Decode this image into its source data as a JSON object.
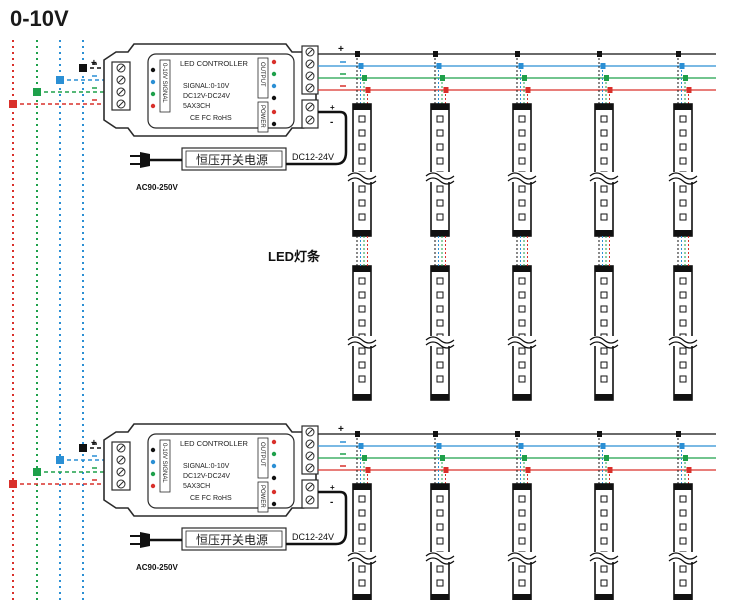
{
  "title": "0-10V",
  "controller": {
    "name": "LED CONTROLLER",
    "signal": "SIGNAL:0-10V",
    "voltage": "DC12V-DC24V",
    "channels": "5AX3CH",
    "certs": "CE FC RoHS",
    "input_label": "0-10V SIGNAL",
    "output_label": "OUTPUT",
    "power_label": "POWER"
  },
  "psu": {
    "label": "恒压开关电源",
    "dc_output": "DC12-24V",
    "ac_input": "AC90-250V"
  },
  "strip_label": "LED灯条",
  "wire_signs": {
    "plus": "+",
    "minus": "-"
  },
  "colors": {
    "black": "#111111",
    "blue": "#2b8fd4",
    "green": "#1ea04a",
    "red": "#d9302b",
    "outline": "#2a2a2a"
  }
}
